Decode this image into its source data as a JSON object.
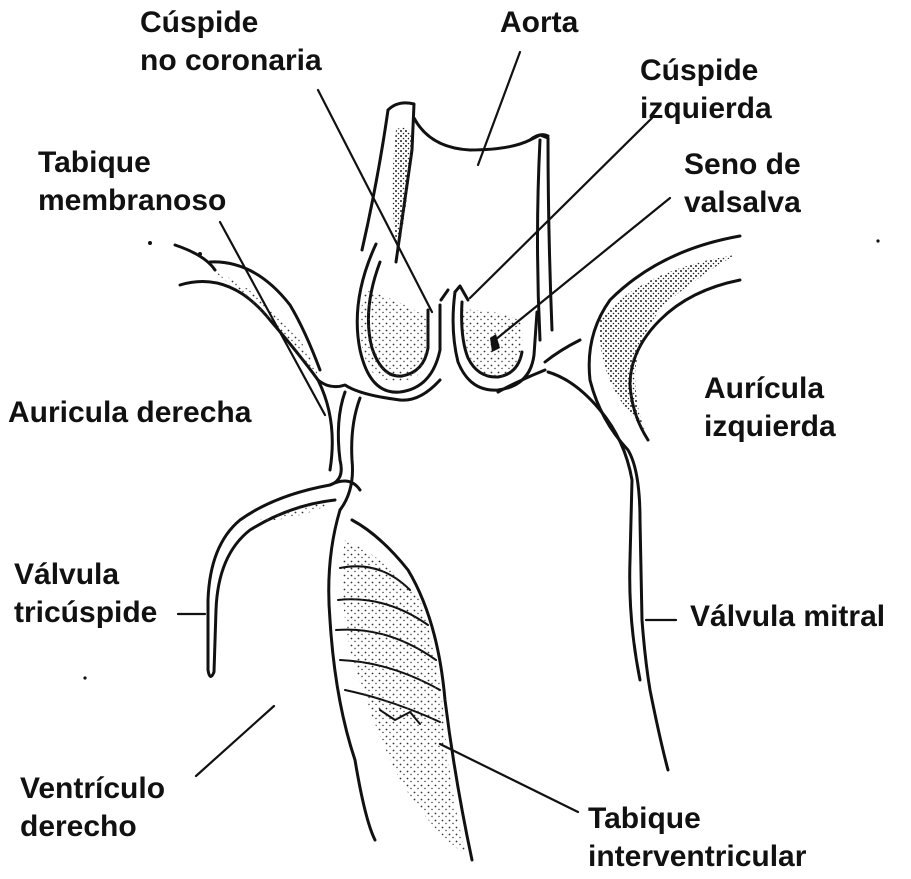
{
  "labels": {
    "cuspide_no_coronaria": {
      "line1": "Cúspide",
      "line2": "no coronaria"
    },
    "aorta": "Aorta",
    "cuspide_izquierda": {
      "line1": "Cúspide",
      "line2": "izquierda"
    },
    "tabique_membranoso": {
      "line1": "Tabique",
      "line2": "membranoso"
    },
    "seno_de_valsalva": {
      "line1": "Seno de",
      "line2": "valsalva"
    },
    "auricula_derecha": "Auricula derecha",
    "auricula_izquierda": {
      "line1": "Aurícula",
      "line2": "izquierda"
    },
    "valvula_tricuspide": {
      "line1": "Válvula",
      "line2": "tricúspide"
    },
    "valvula_mitral": "Válvula mitral",
    "ventriculo_derecho": {
      "line1": "Ventrículo",
      "line2": "derecho"
    },
    "tabique_interventricular": {
      "line1": "Tabique",
      "line2": "interventricular"
    }
  },
  "colors": {
    "ink": "#111111",
    "background": "#ffffff",
    "stipple": "#333333"
  }
}
